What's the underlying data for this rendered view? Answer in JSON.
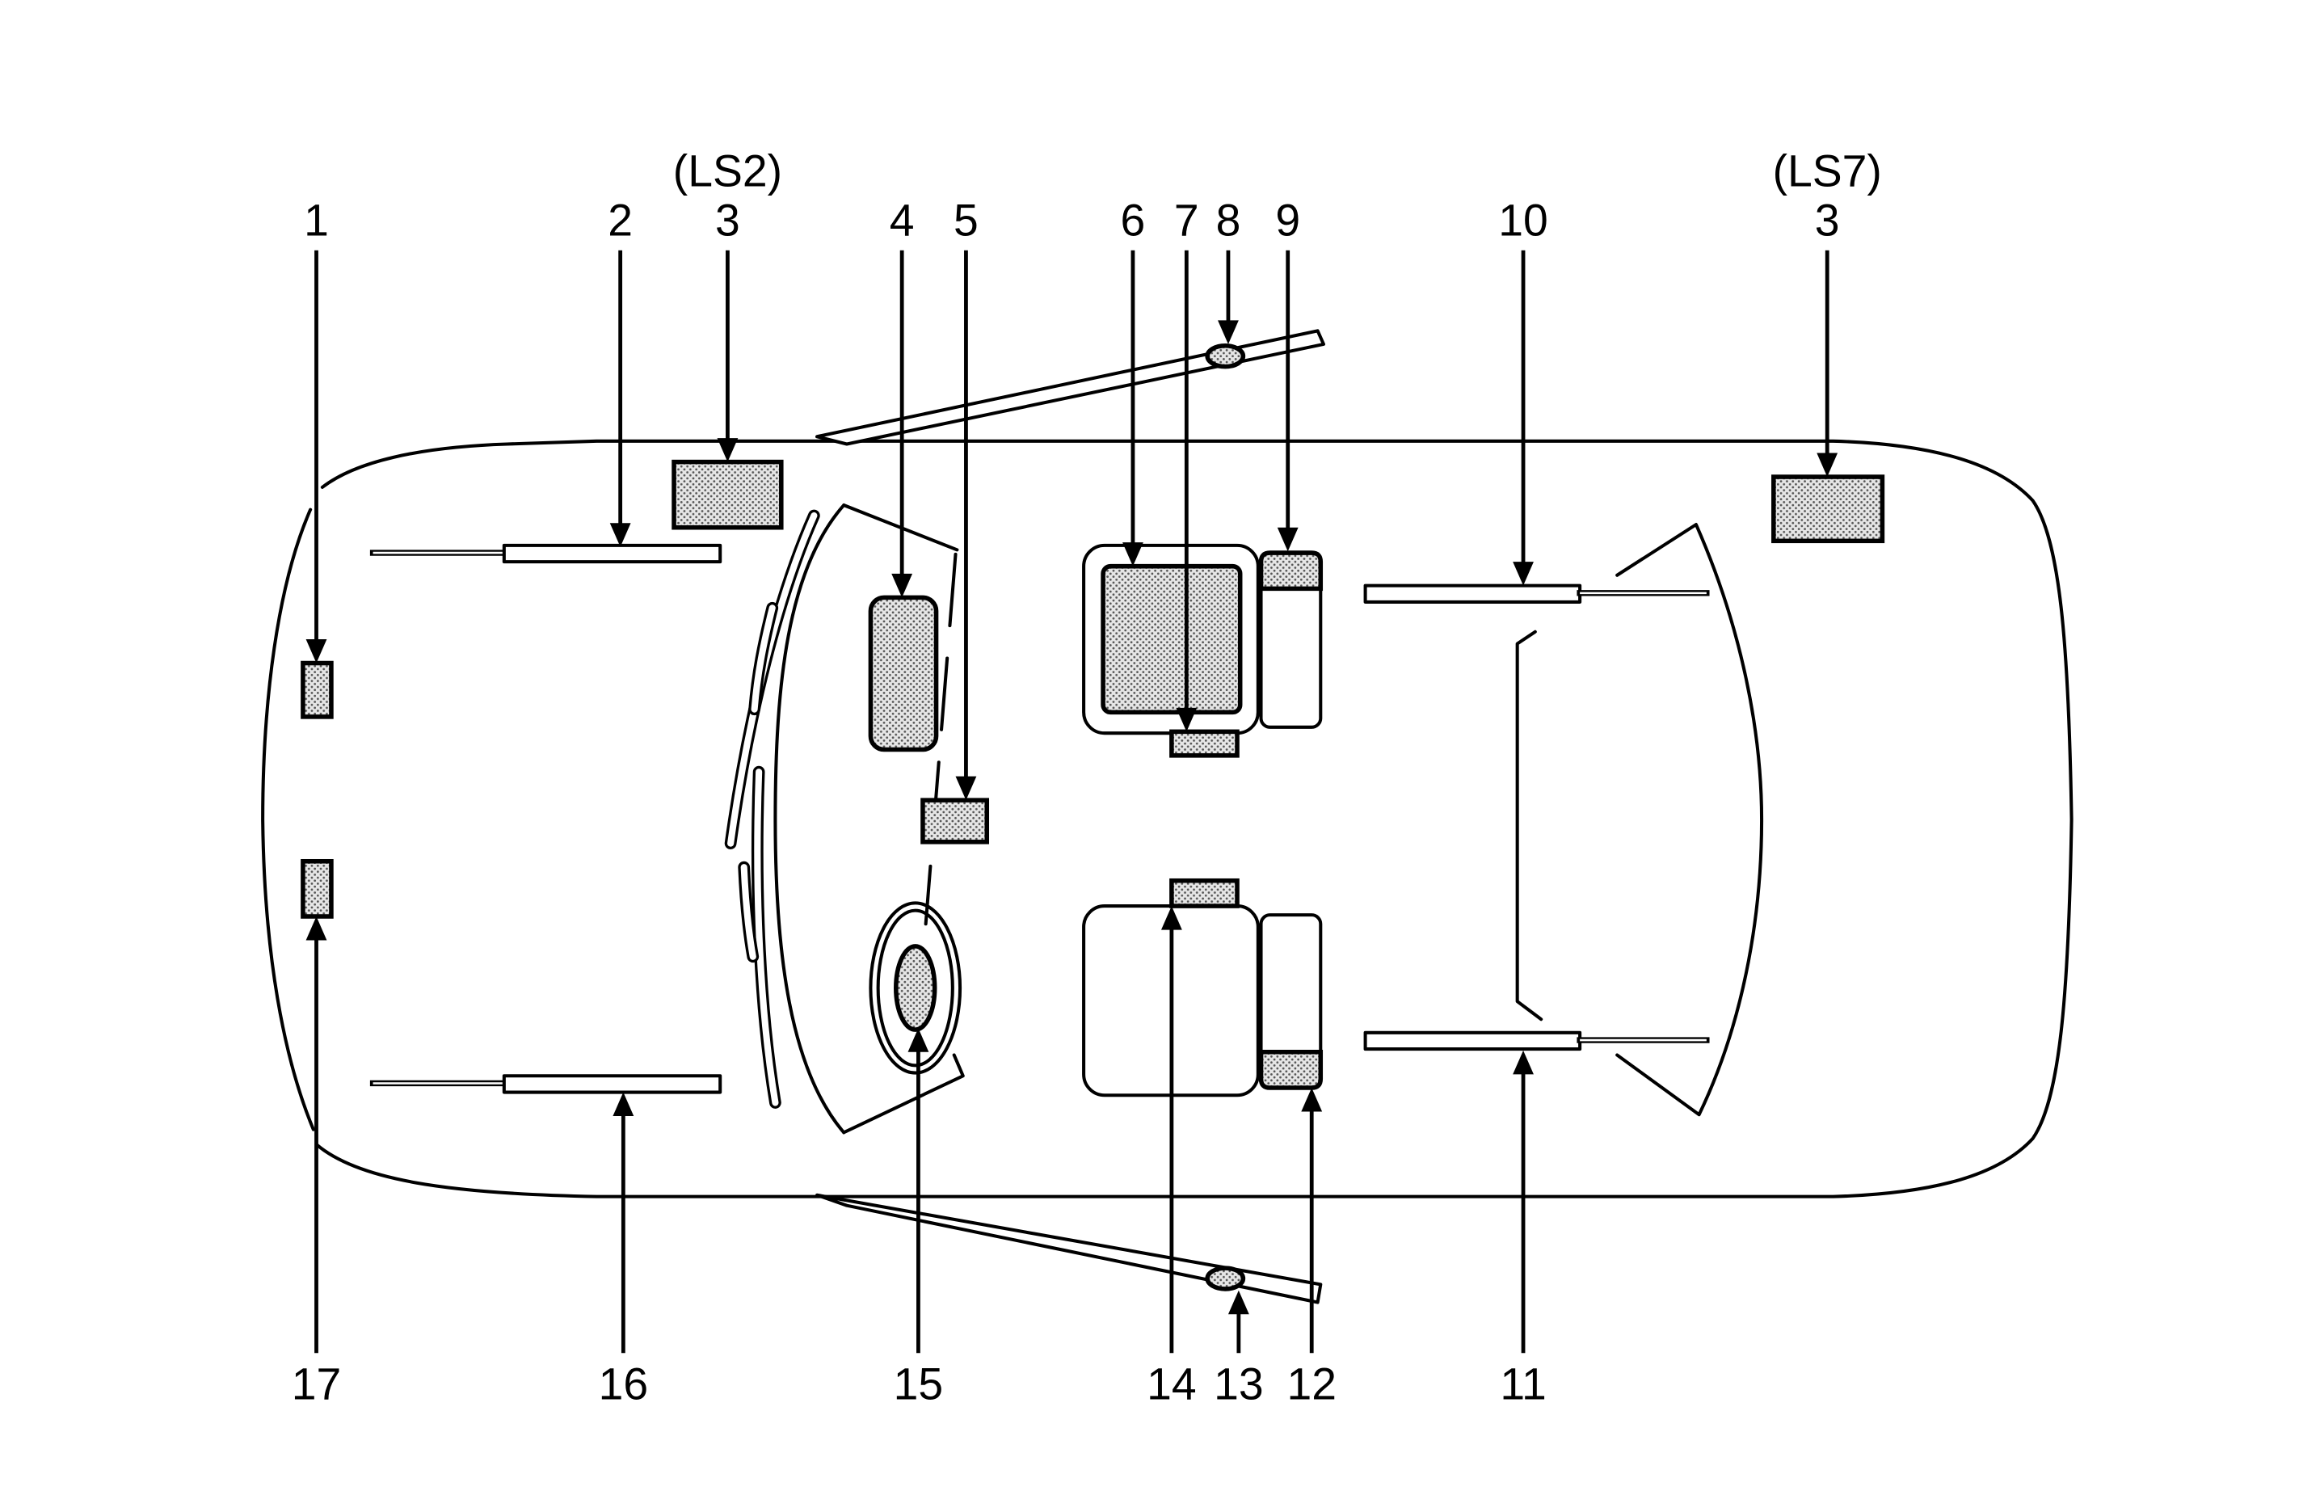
{
  "diagram": {
    "variants": {
      "ls2": "(LS2)",
      "ls7": "(LS7)"
    },
    "top_callouts": [
      "1",
      "2",
      "3",
      "4",
      "5",
      "6",
      "7",
      "8",
      "9",
      "10",
      "3"
    ],
    "bottom_callouts": [
      "17",
      "16",
      "15",
      "14",
      "13",
      "12",
      "11"
    ],
    "colors": {
      "ink": "#000000",
      "background": "#ffffff",
      "stipple": "#555555"
    }
  }
}
